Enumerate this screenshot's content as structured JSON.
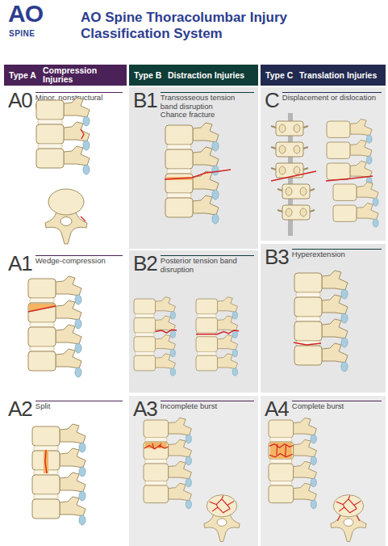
{
  "diagram": {
    "title": "AO Spine Thoracolumbar Injury Classification System",
    "nodes": [
      {
        "text": [
          "Type A",
          "Compression Injuries"
        ]
      },
      {
        "text": [
          "Type B",
          "Distraction Injuries"
        ]
      },
      {
        "text": [
          "Type C",
          "Translation Injuries"
        ]
      },
      {
        "text": [
          "A0",
          "Minor, nonstructural fractures"
        ]
      },
      {
        "text": [
          "B1",
          "Transosseous tension band disruption",
          "Chance fracture"
        ]
      },
      {
        "text": [
          "C",
          "Displacement or dislocation"
        ]
      },
      {
        "text": [
          "A1",
          "Wedge-compression"
        ]
      },
      {
        "text": [
          "B2",
          "Posterior tension band disruption"
        ]
      },
      {
        "text": [
          "B3",
          "Hyperextension"
        ]
      },
      {
        "text": [
          "A2",
          "Split"
        ]
      },
      {
        "text": [
          "A3",
          "Incomplete burst"
        ]
      },
      {
        "text": [
          "A4",
          "Complete burst"
        ]
      }
    ],
    "labels": [
      "AO",
      "SPINE"
    ]
  }
}
